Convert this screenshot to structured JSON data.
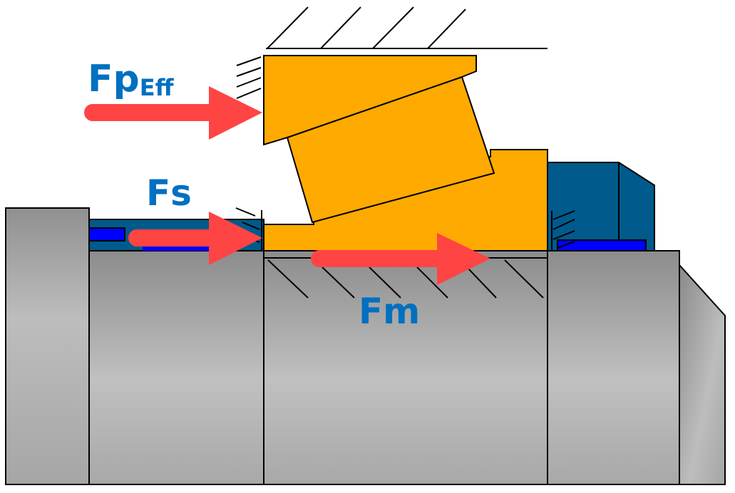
{
  "diagram": {
    "type": "mechanical-seal cross-section",
    "colors": {
      "background": "#ffffff",
      "stationary_ring": "#FFAA00",
      "rotating_ring": "#FFAA00",
      "housing": "#005A8C",
      "elastomer_insert": "#0000FF",
      "shaft": "#A8A8A8",
      "force_arrow": "#FF4444",
      "label_text": "#0070C0",
      "outline": "#000000"
    },
    "labels": {
      "fp_eff_main": "Fp",
      "fp_eff_sub": "Eff",
      "fs": "Fs",
      "fm": "Fm"
    },
    "forces": [
      {
        "id": "fp_eff",
        "label": "FpEff",
        "direction": "right"
      },
      {
        "id": "fs",
        "label": "Fs",
        "direction": "right"
      },
      {
        "id": "fm",
        "label": "Fm",
        "direction": "right"
      }
    ],
    "components": [
      "fixed-wall-hatch",
      "stationary-seat-ring",
      "tilted-seal-face",
      "rotating-ring",
      "left-housing",
      "right-housing",
      "shaft"
    ]
  }
}
